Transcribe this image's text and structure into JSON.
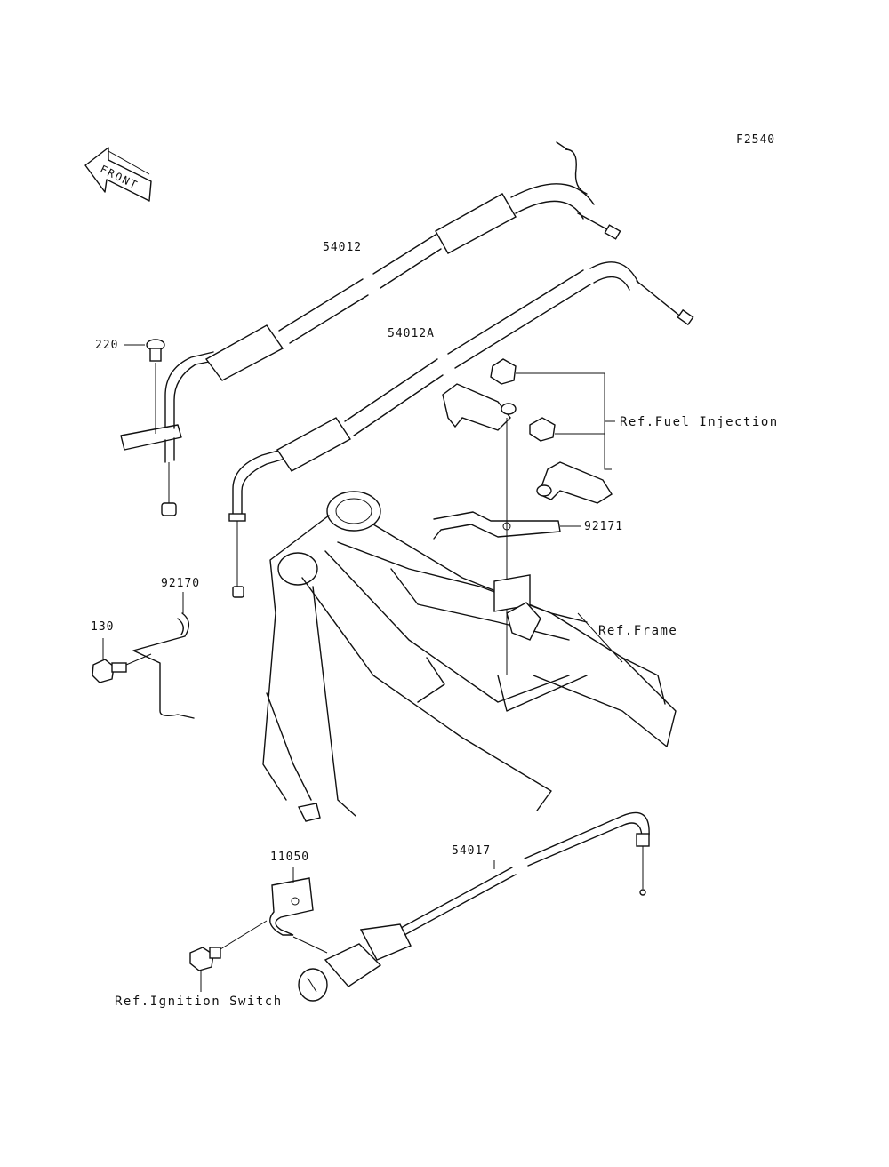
{
  "figure_code": "F2540",
  "front_marker": "FRONT",
  "parts": {
    "p54012": "54012",
    "p54012A": "54012A",
    "p220": "220",
    "p92170": "92170",
    "p130": "130",
    "p92171": "92171",
    "p11050": "11050",
    "p54017": "54017"
  },
  "references": {
    "fuel_injection": "Ref.Fuel Injection",
    "frame": "Ref.Frame",
    "ignition_switch": "Ref.Ignition Switch"
  }
}
